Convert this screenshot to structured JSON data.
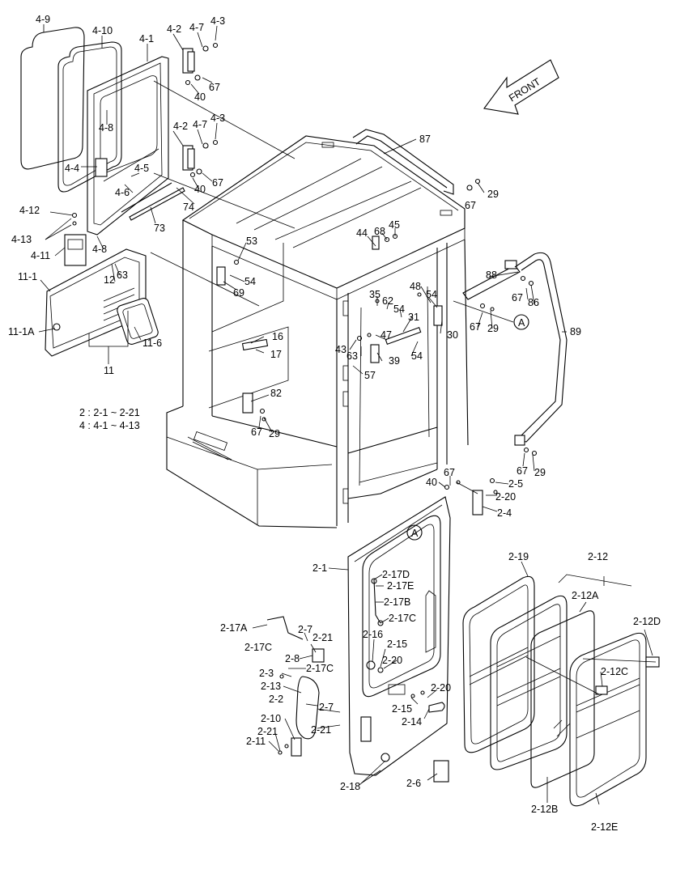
{
  "front_label": "FRONT",
  "legend": {
    "line1": "2 : 2-1 ~ 2-21",
    "line2": "4 : 4-1 ~ 4-13"
  },
  "labels": {
    "l_4_9": "4-9",
    "l_4_10": "4-10",
    "l_4_1": "4-1",
    "l_4_2a": "4-2",
    "l_4_7a": "4-7",
    "l_4_3a": "4-3",
    "l_67a": "67",
    "l_40a": "40",
    "l_4_8a": "4-8",
    "l_4_2b": "4-2",
    "l_4_7b": "4-7",
    "l_4_3b": "4-3",
    "l_4_4": "4-4",
    "l_4_5": "4-5",
    "l_67b": "67",
    "l_4_6": "4-6",
    "l_40b": "40",
    "l_87": "87",
    "l_29a": "29",
    "l_67c": "67",
    "l_4_12": "4-12",
    "l_74": "74",
    "l_73": "73",
    "l_4_13": "4-13",
    "l_4_11": "4-11",
    "l_4_8b": "4-8",
    "l_53": "53",
    "l_44": "44",
    "l_68": "68",
    "l_45": "45",
    "l_11_1": "11-1",
    "l_12": "12",
    "l_63a": "63",
    "l_69": "69",
    "l_54a": "54",
    "l_88": "88",
    "l_48": "48",
    "l_35": "35",
    "l_62": "62",
    "l_54b": "54",
    "l_67d": "67",
    "l_86": "86",
    "l_31": "31",
    "l_A1": "A",
    "l_67e": "67",
    "l_29b": "29",
    "l_11_1A": "11-1A",
    "l_11_6": "11-6",
    "l_16": "16",
    "l_47": "47",
    "l_30": "30",
    "l_89": "89",
    "l_43": "43",
    "l_63b": "63",
    "l_54c": "54",
    "l_17": "17",
    "l_39": "39",
    "l_11": "11",
    "l_57": "57",
    "l_82": "82",
    "l_67f": "67",
    "l_29c": "29",
    "l_67g": "67",
    "l_29d": "29",
    "l_67h": "67",
    "l_40c": "40",
    "l_2_5": "2-5",
    "l_2_20a": "2-20",
    "l_2_4": "2-4",
    "l_A2": "A",
    "l_2_19": "2-19",
    "l_2_12": "2-12",
    "l_2_1": "2-1",
    "l_2_17D": "2-17D",
    "l_2_17E": "2-17E",
    "l_2_12A": "2-12A",
    "l_2_17B": "2-17B",
    "l_2_17C_a": "2-17C",
    "l_2_17A": "2-17A",
    "l_2_7a": "2-7",
    "l_2_21a": "2-21",
    "l_2_12D": "2-12D",
    "l_2_16": "2-16",
    "l_2_15a": "2-15",
    "l_2_17C_b": "2-17C",
    "l_2_8": "2-8",
    "l_2_17C_c": "2-17C",
    "l_2_20b": "2-20",
    "l_2_12C": "2-12C",
    "l_2_3": "2-3",
    "l_2_13": "2-13",
    "l_2_20c": "2-20",
    "l_2_2": "2-2",
    "l_2_15b": "2-15",
    "l_2_7b": "2-7",
    "l_2_14": "2-14",
    "l_2_10": "2-10",
    "l_2_21b": "2-21",
    "l_2_21c": "2-21",
    "l_2_11": "2-11",
    "l_2_18": "2-18",
    "l_2_6": "2-6",
    "l_2_12B": "2-12B",
    "l_2_12E": "2-12E"
  }
}
